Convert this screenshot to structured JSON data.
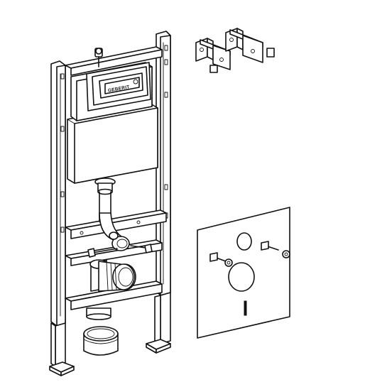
{
  "figure": {
    "brand_label": "GEBERIT",
    "parts": [
      {
        "name": "installation-frame",
        "icon": "wall-frame-icon"
      },
      {
        "name": "concealed-cistern",
        "icon": "cistern-icon"
      },
      {
        "name": "wall-brackets",
        "icon": "bracket-icon"
      },
      {
        "name": "sound-insulation-plate",
        "icon": "insulation-plate-icon"
      },
      {
        "name": "drain-connector",
        "icon": "pipe-connector-icon"
      }
    ]
  },
  "colors": {
    "line": "#111111",
    "background": "#ffffff",
    "shade": "#d9d9d9"
  }
}
